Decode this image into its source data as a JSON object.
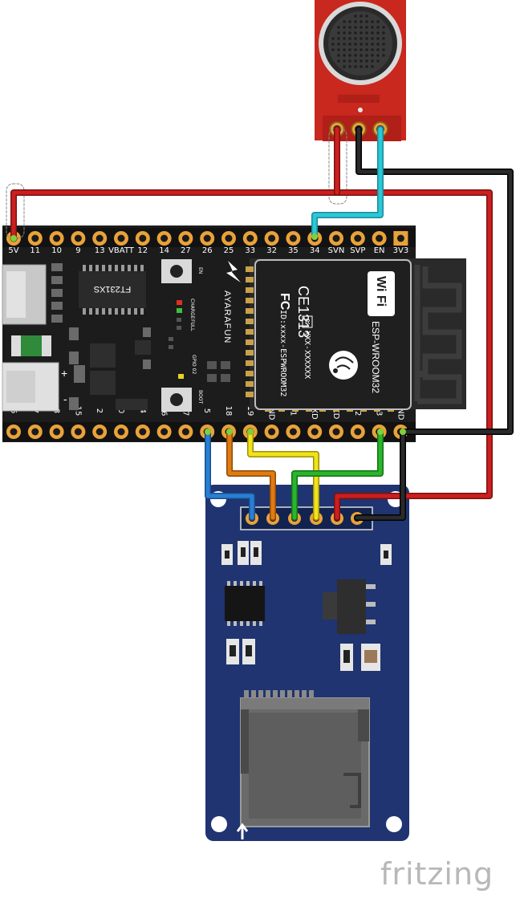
{
  "watermark": "fritzing",
  "esp32_board": {
    "brand": "AYARAFUN",
    "usb_chip": "FT231XS",
    "top_pins": [
      "5V",
      "11",
      "10",
      "9",
      "13",
      "VBATT",
      "12",
      "14",
      "27",
      "26",
      "25",
      "33",
      "32",
      "35",
      "34",
      "SVN",
      "SVP",
      "EN",
      "3V3"
    ],
    "bottom_pins": [
      "6",
      "7",
      "8",
      "15",
      "2",
      "0",
      "4",
      "16",
      "17",
      "5",
      "18",
      "19",
      "GND",
      "21",
      "RXD",
      "TXD",
      "22",
      "23",
      "GND"
    ],
    "button_en": "EN",
    "button_boot": "BOOT",
    "led_charge": "CHARGE",
    "led_full": "FULL",
    "led_gpio": "GPIO 02",
    "plus": "+",
    "minus": "-"
  },
  "module": {
    "wifi": "Wi Fi",
    "ce": "CE1313",
    "model": "ESP-WROOM32",
    "id_line": "ID:xxxx-ESPWROOM32",
    "r_line": "XXX-XXXXXX",
    "r_mark": "R"
  },
  "colors": {
    "red": "#cc1f1f",
    "black": "#1a1a1a",
    "cyan": "#2ac8d8",
    "blue": "#2a7fd4",
    "orange": "#e07a12",
    "yellow": "#f2e21a",
    "green": "#2ab52a",
    "board": "#1c1c1c",
    "sd_board": "#1f3470",
    "mic_board": "#c8281e"
  }
}
